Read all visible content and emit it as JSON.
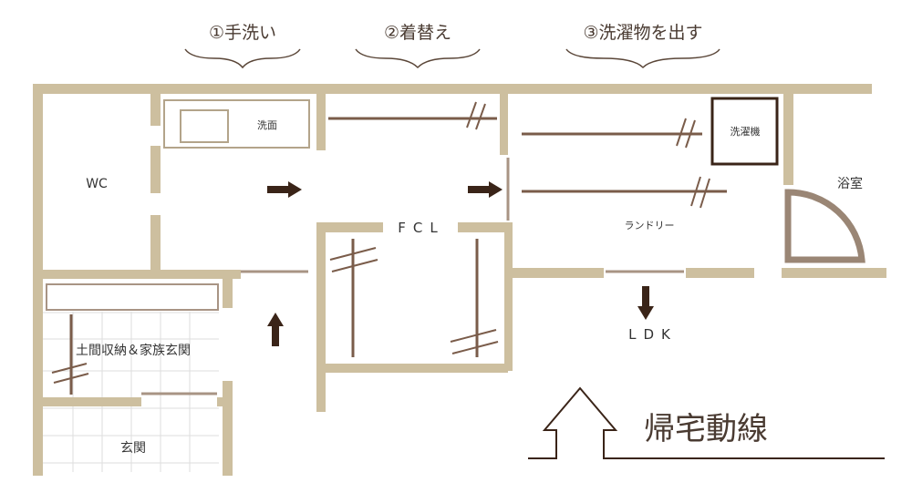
{
  "steps": [
    {
      "label": "①手洗い"
    },
    {
      "label": "②着替え"
    },
    {
      "label": "③洗濯物を出す"
    }
  ],
  "rooms": {
    "wc": "WC",
    "sink": "洗面",
    "fcl": "FCL",
    "washer": "洗濯機",
    "bath": "浴室",
    "laundry": "ランドリー",
    "ldk": "LDK",
    "storage": "土間収納＆家族玄関",
    "entrance": "玄関"
  },
  "title": "帰宅動線",
  "colors": {
    "wall": "#cdbf9f",
    "shelf": "#7a5c4a",
    "arrow": "#3a2418",
    "text": "#333333",
    "door": "#a89484",
    "grid": "#d9d9d9"
  }
}
